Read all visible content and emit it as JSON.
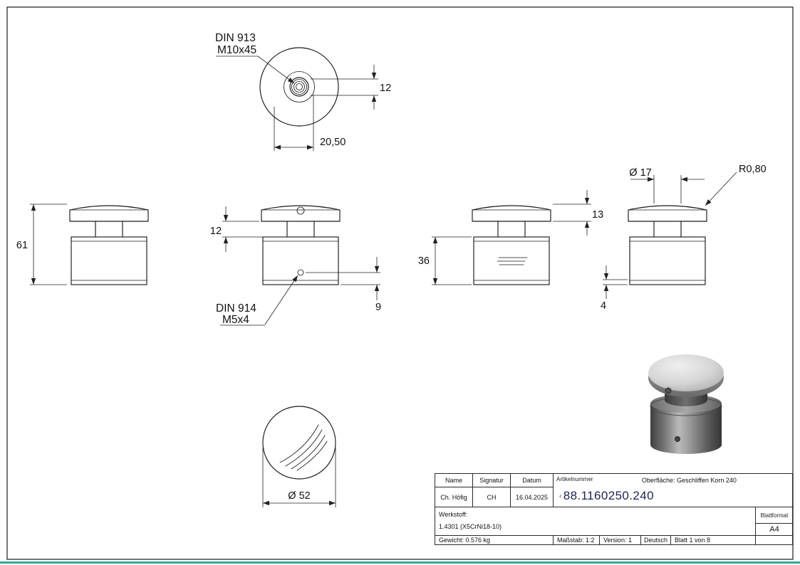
{
  "accent_color": "#2fa69a",
  "artikelnummer_color": "#1f2250",
  "drawing": {
    "top_view": {
      "thread_label_line1": "DIN 913",
      "thread_label_line2": "M10x45",
      "dim_screw_dia": "12",
      "dim_offset": "20,50"
    },
    "side_view_left": {
      "dim_total_height": "61"
    },
    "side_view_center": {
      "dim_neck_height": "12",
      "grub_label_line1": "DIN 914",
      "grub_label_line2": "M5x4",
      "dim_screw_pos": "9"
    },
    "side_view_mid": {
      "dim_cap_height": "13",
      "dim_body_height": "36"
    },
    "side_view_right": {
      "dim_neck_dia": "Ø 17",
      "dim_radius": "R0,80",
      "dim_chamfer": "4"
    },
    "bottom_view": {
      "dim_outer_dia": "Ø 52"
    }
  },
  "title_block": {
    "name_label": "Name",
    "signatur_label": "Signatur",
    "datum_label": "Datum",
    "artikelnummer_label": "Artikelnummer",
    "oberflaeche": "Oberfläche:  Geschliffen Korn 240",
    "name_value": "Ch. Höfig",
    "signatur_value": "CH",
    "datum_value": "16.04.2025",
    "artikelnummer_marker": "‹",
    "artikelnummer_value": "88.1160250.240",
    "werkstoff_label": "Werkstoff:",
    "werkstoff_value": "1.4301  (X5CrNi18-10)",
    "blattformat_label": "Blattformat",
    "blattformat_value": "A4",
    "gewicht": "Gewicht: 0.576 kg",
    "massstab": "Maßstab: 1:2",
    "version": "Version: 1",
    "sprache": "Deutsch",
    "blatt": "Blatt 1 von 8"
  }
}
